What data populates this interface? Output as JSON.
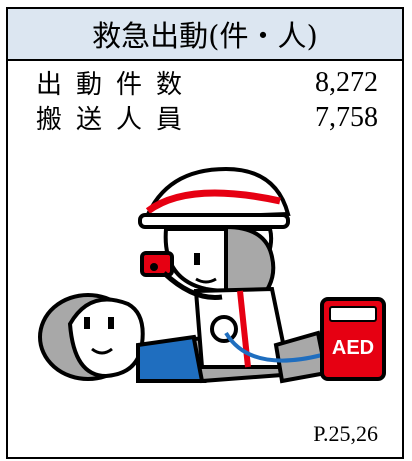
{
  "header": {
    "title": "救急出動(件・人)"
  },
  "stats": [
    {
      "label": "出動件数",
      "value": "8,272"
    },
    {
      "label": "搬送人員",
      "value": "7,758"
    }
  ],
  "illustration": {
    "aed_label": "AED"
  },
  "footer": {
    "page_ref": "P.25,26"
  },
  "colors": {
    "header_bg": "#dce6f1",
    "helmet_stripe": "#e60012",
    "aed_red": "#e60012",
    "uniform_blue": "#1f6ebf",
    "skin_gray": "#a8a8a8"
  }
}
